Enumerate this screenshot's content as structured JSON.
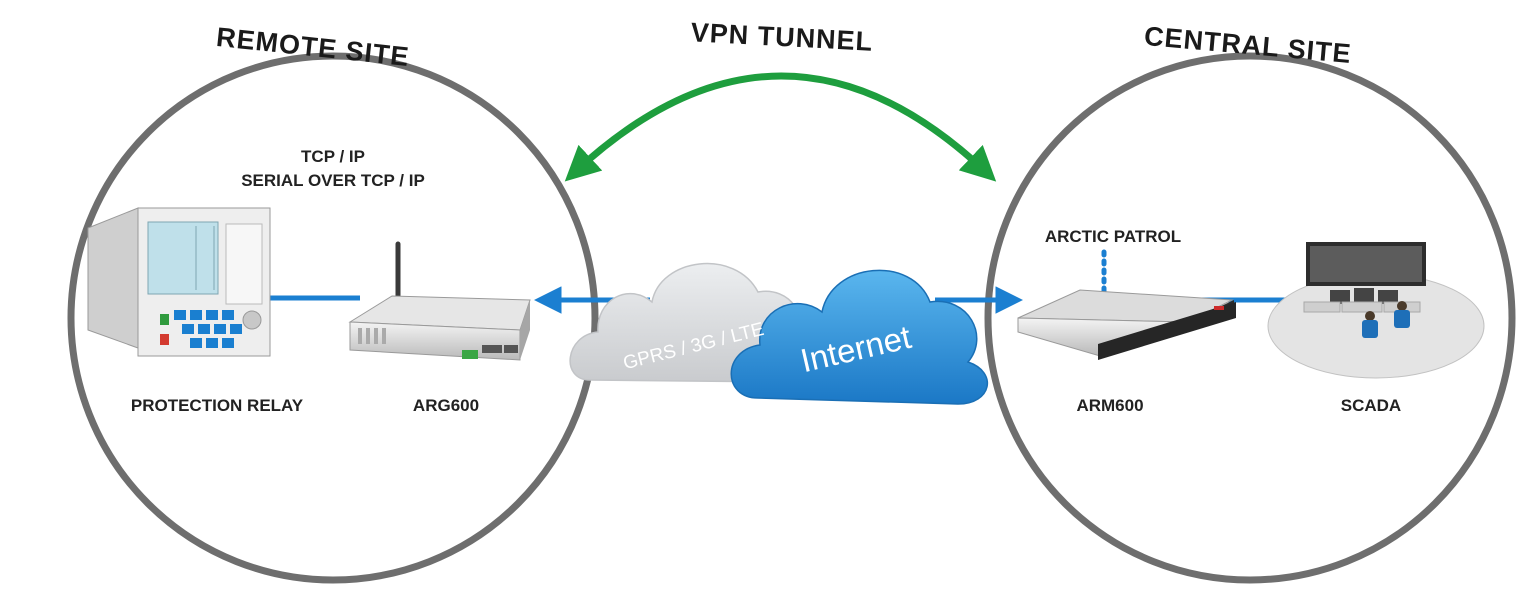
{
  "titles": {
    "remote": "REMOTE SITE",
    "vpn": "VPN TUNNEL",
    "central": "CENTRAL SITE"
  },
  "remote_site": {
    "protocol_line1": "TCP / IP",
    "protocol_line2": "SERIAL OVER TCP / IP",
    "device1": "PROTECTION RELAY",
    "device2": "ARG600"
  },
  "network": {
    "cellular": "GPRS / 3G / LTE",
    "internet": "Internet"
  },
  "central_site": {
    "patrol": "ARCTIC PATROL",
    "device1": "ARM600",
    "device2": "SCADA"
  },
  "colors": {
    "ring": "#6e6e6e",
    "vpn_arrow": "#1e9e3e",
    "link": "#1b7fd1",
    "internet_cloud": "#2a95dc",
    "cellular_cloud": "#d4d6d8"
  }
}
